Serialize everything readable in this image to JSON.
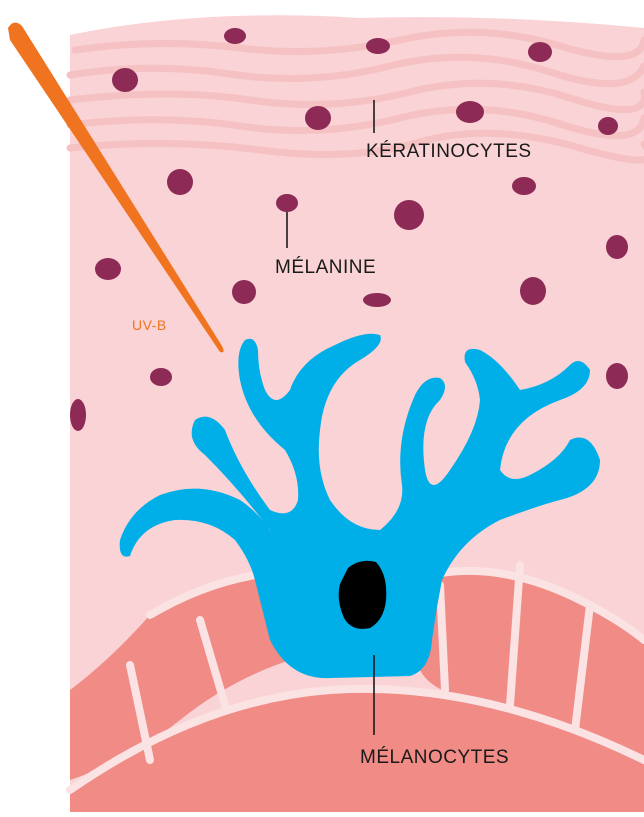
{
  "labels": {
    "keratinocytes": "KÉRATINOCYTES",
    "melanine": "MÉLANINE",
    "melanocytes": "MÉLANOCYTES",
    "uvb": "UV-B"
  },
  "colors": {
    "background": "#ffffff",
    "skin_light": "#f9d3d5",
    "skin_layer_pattern": "#f5c1c3",
    "skin_deep": "#f08b86",
    "cell_border": "#fbe2e3",
    "melanin_granule": "#8d2a55",
    "melanocyte": "#00aee8",
    "nucleus": "#000000",
    "uvb_ray": "#f07320",
    "label_text": "#1a1a1a",
    "uvb_text": "#f07320"
  }
}
